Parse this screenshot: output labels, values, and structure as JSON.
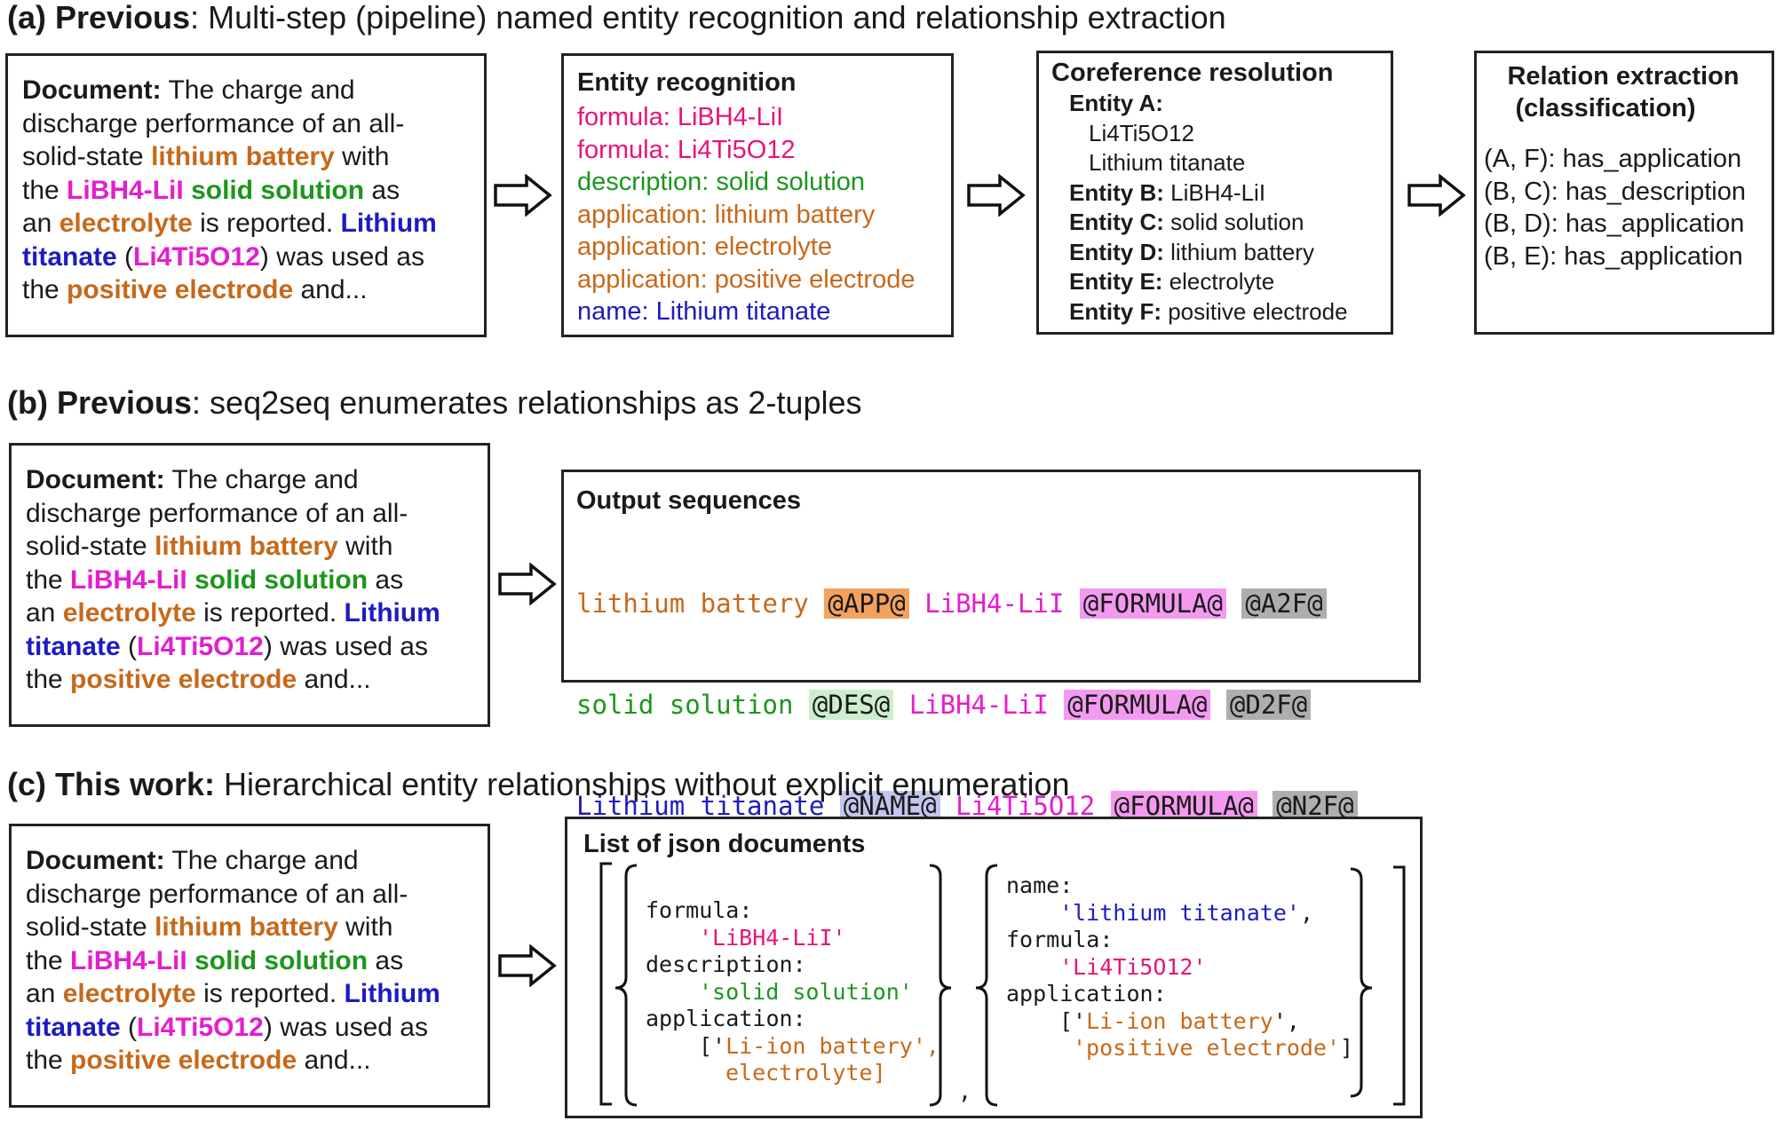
{
  "panel_a": {
    "label": "(a) Previous",
    "title": ": Multi-step (pipeline) named entity recognition and relationship extraction",
    "doc": {
      "key": "Document:",
      "t1": " The charge and",
      "t2": "discharge performance of an all-",
      "t3": "solid-state ",
      "e_battery": "lithium battery",
      "t4": " with",
      "t5": "the ",
      "e_formula": "LiBH4-LiI",
      "sp": " ",
      "e_solid": "solid solution",
      "t6": " as",
      "t7": "an ",
      "e_electrolyte": "electrolyte",
      "t8": " is reported. ",
      "e_lithium": "Lithium",
      "e_titanate": "titanate",
      "t9": " (",
      "e_formula2": "Li4Ti5O12",
      "t10": ") was used as",
      "t11": "the ",
      "e_positive": "positive electrode",
      "t12": " and..."
    },
    "ner": {
      "title": "Entity recognition",
      "items": [
        "formula: LiBH4-LiI",
        "formula: Li4Ti5O12",
        "description: solid solution",
        "application: lithium battery",
        "application: electrolyte",
        "application: positive electrode",
        "name: Lithium titanate"
      ]
    },
    "coref": {
      "title": "Coreference resolution",
      "a_label": "Entity A:",
      "a_v1": "Li4Ti5O12",
      "a_v2": "Lithium titanate",
      "rows": [
        {
          "label": "Entity B:",
          "value": " LiBH4-LiI"
        },
        {
          "label": "Entity C:",
          "value": " solid solution"
        },
        {
          "label": "Entity D:",
          "value": " lithium battery"
        },
        {
          "label": "Entity E:",
          "value": " electrolyte"
        },
        {
          "label": "Entity F:",
          "value": " positive electrode"
        }
      ]
    },
    "rel": {
      "title1": "Relation extraction",
      "title2": "(classification)",
      "items": [
        "(A, F): has_application",
        "(B, C): has_description",
        "(B, D): has_application",
        "(B, E): has_application"
      ]
    }
  },
  "panel_b": {
    "label": "(b) Previous",
    "title": ": seq2seq enumerates relationships as 2-tuples",
    "out_title": "Output sequences",
    "row1": [
      "lithium battery",
      "@APP@",
      "LiBH4-LiI",
      "@FORMULA@",
      "@A2F@"
    ],
    "row2": [
      "solid solution",
      "@DES@",
      "LiBH4-LiI",
      "@FORMULA@",
      "@D2F@"
    ],
    "row3": [
      "Lithium titanate",
      "@NAME@",
      "Li4Ti5O12",
      "@FORMULA@",
      "@N2F@"
    ],
    "ellipsis": "..."
  },
  "panel_c": {
    "label": "(c) This work:",
    "title": " Hierarchical entity relationships without explicit enumeration",
    "json_title": "List of json documents",
    "j1": {
      "k1": "formula:",
      "v1": "'LiBH4-LiI'",
      "k2": "description:",
      "v2": "'solid solution'",
      "k3": "application:",
      "v3a_open": "['",
      "v3a": "Li-ion battery",
      "v3a_close": "',",
      "v3b": "electrolyte]"
    },
    "comma": ",",
    "j2": {
      "k1": "name:",
      "v1": "'lithium titanate'",
      "v1_end": ",",
      "k2": "formula:",
      "v2": "'Li4Ti5O12'",
      "k3": "application:",
      "v3a_open": "['",
      "v3a": "Li-ion battery",
      "v3a_close": "',",
      "v3b": "'positive electrode'",
      "v3b_end": "]"
    }
  },
  "colors": {
    "application": "#c7691a",
    "formula": "#e31ecf",
    "description": "#1c961c",
    "name": "#1c1cc0"
  }
}
